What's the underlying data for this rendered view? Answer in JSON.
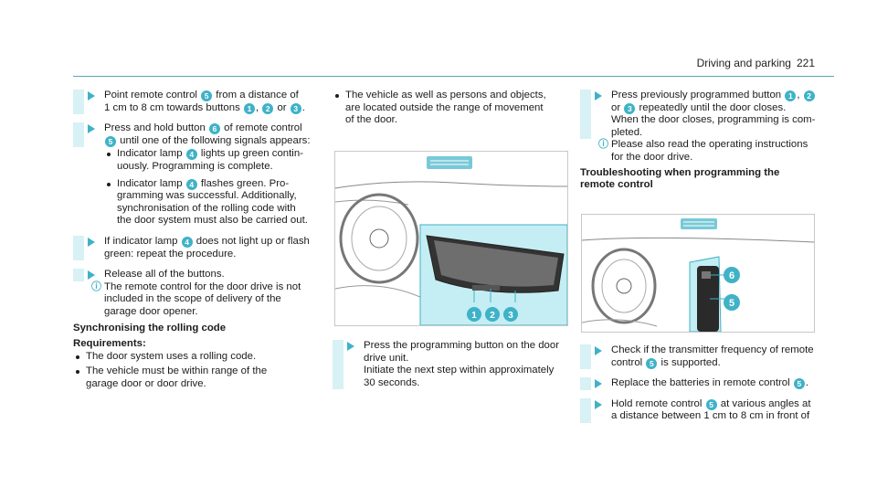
{
  "header": {
    "title": "Driving and parking",
    "page_number": "221"
  },
  "col1": {
    "s1": {
      "a": "Point remote control",
      "b": "from a distance of",
      "c": "1 cm to 8 cm towards buttons",
      "d": ",",
      "e": "or",
      "f": "."
    },
    "s2": {
      "a": "Press and hold button",
      "b": "of remote control",
      "c": "until one of the following signals appears:",
      "b1a": "Indicator lamp",
      "b1b": "lights up green contin-",
      "b1c": "uously. Programming is complete.",
      "b2a": "Indicator lamp",
      "b2b": "flashes green. Pro-",
      "b2c": "gramming was successful. Additionally,",
      "b2d": "synchronisation of the rolling code with",
      "b2e": "the door system must also be carried out."
    },
    "s3": {
      "a": "If indicator lamp",
      "b": "does not light up or flash",
      "c": "green: repeat the procedure."
    },
    "s4": {
      "a": "Release all of the buttons."
    },
    "note": {
      "a": "The remote control for the door drive is not",
      "b": "included in the scope of delivery of the",
      "c": "garage door opener."
    },
    "heading": "Synchronising the rolling code",
    "req_label": "Requirements:",
    "req1": "The door system uses a rolling code.",
    "req2a": "The vehicle must be within range of the",
    "req2b": "garage door or door drive."
  },
  "col2": {
    "b1a": "The vehicle as well as persons and objects,",
    "b1b": "are located outside the range of movement",
    "b1c": "of the door.",
    "s1": {
      "a": "Press the programming button on the door",
      "b": "drive unit.",
      "c": "Initiate the next step within approximately",
      "d": "30 seconds."
    }
  },
  "col3": {
    "s1": {
      "a": "Press previously programmed button",
      "b": ",",
      "c": "or",
      "d": "repeatedly until the door closes.",
      "e": "When the door closes, programming is com-",
      "f": "pleted."
    },
    "note": {
      "a": "Please also read the operating instructions",
      "b": "for the door drive."
    },
    "heading_a": "Troubleshooting when programming the",
    "heading_b": "remote control",
    "s2": {
      "a": "Check if the transmitter frequency of remote",
      "b": "control",
      "c": "is supported."
    },
    "s3": {
      "a": "Replace the batteries in remote control",
      "b": "."
    },
    "s4": {
      "a": "Hold remote control",
      "b": "at various angles at",
      "c": "a distance between 1 cm to 8 cm in front of"
    }
  },
  "callouts": {
    "n1": "1",
    "n2": "2",
    "n3": "3",
    "n4": "4",
    "n5": "5",
    "n6": "6"
  },
  "colors": {
    "accent": "#3fb2c7",
    "band": "#d7f1f5"
  },
  "icons": {
    "step": "triangle-step-icon",
    "note": "info-icon",
    "bullet": "bullet-icon"
  }
}
